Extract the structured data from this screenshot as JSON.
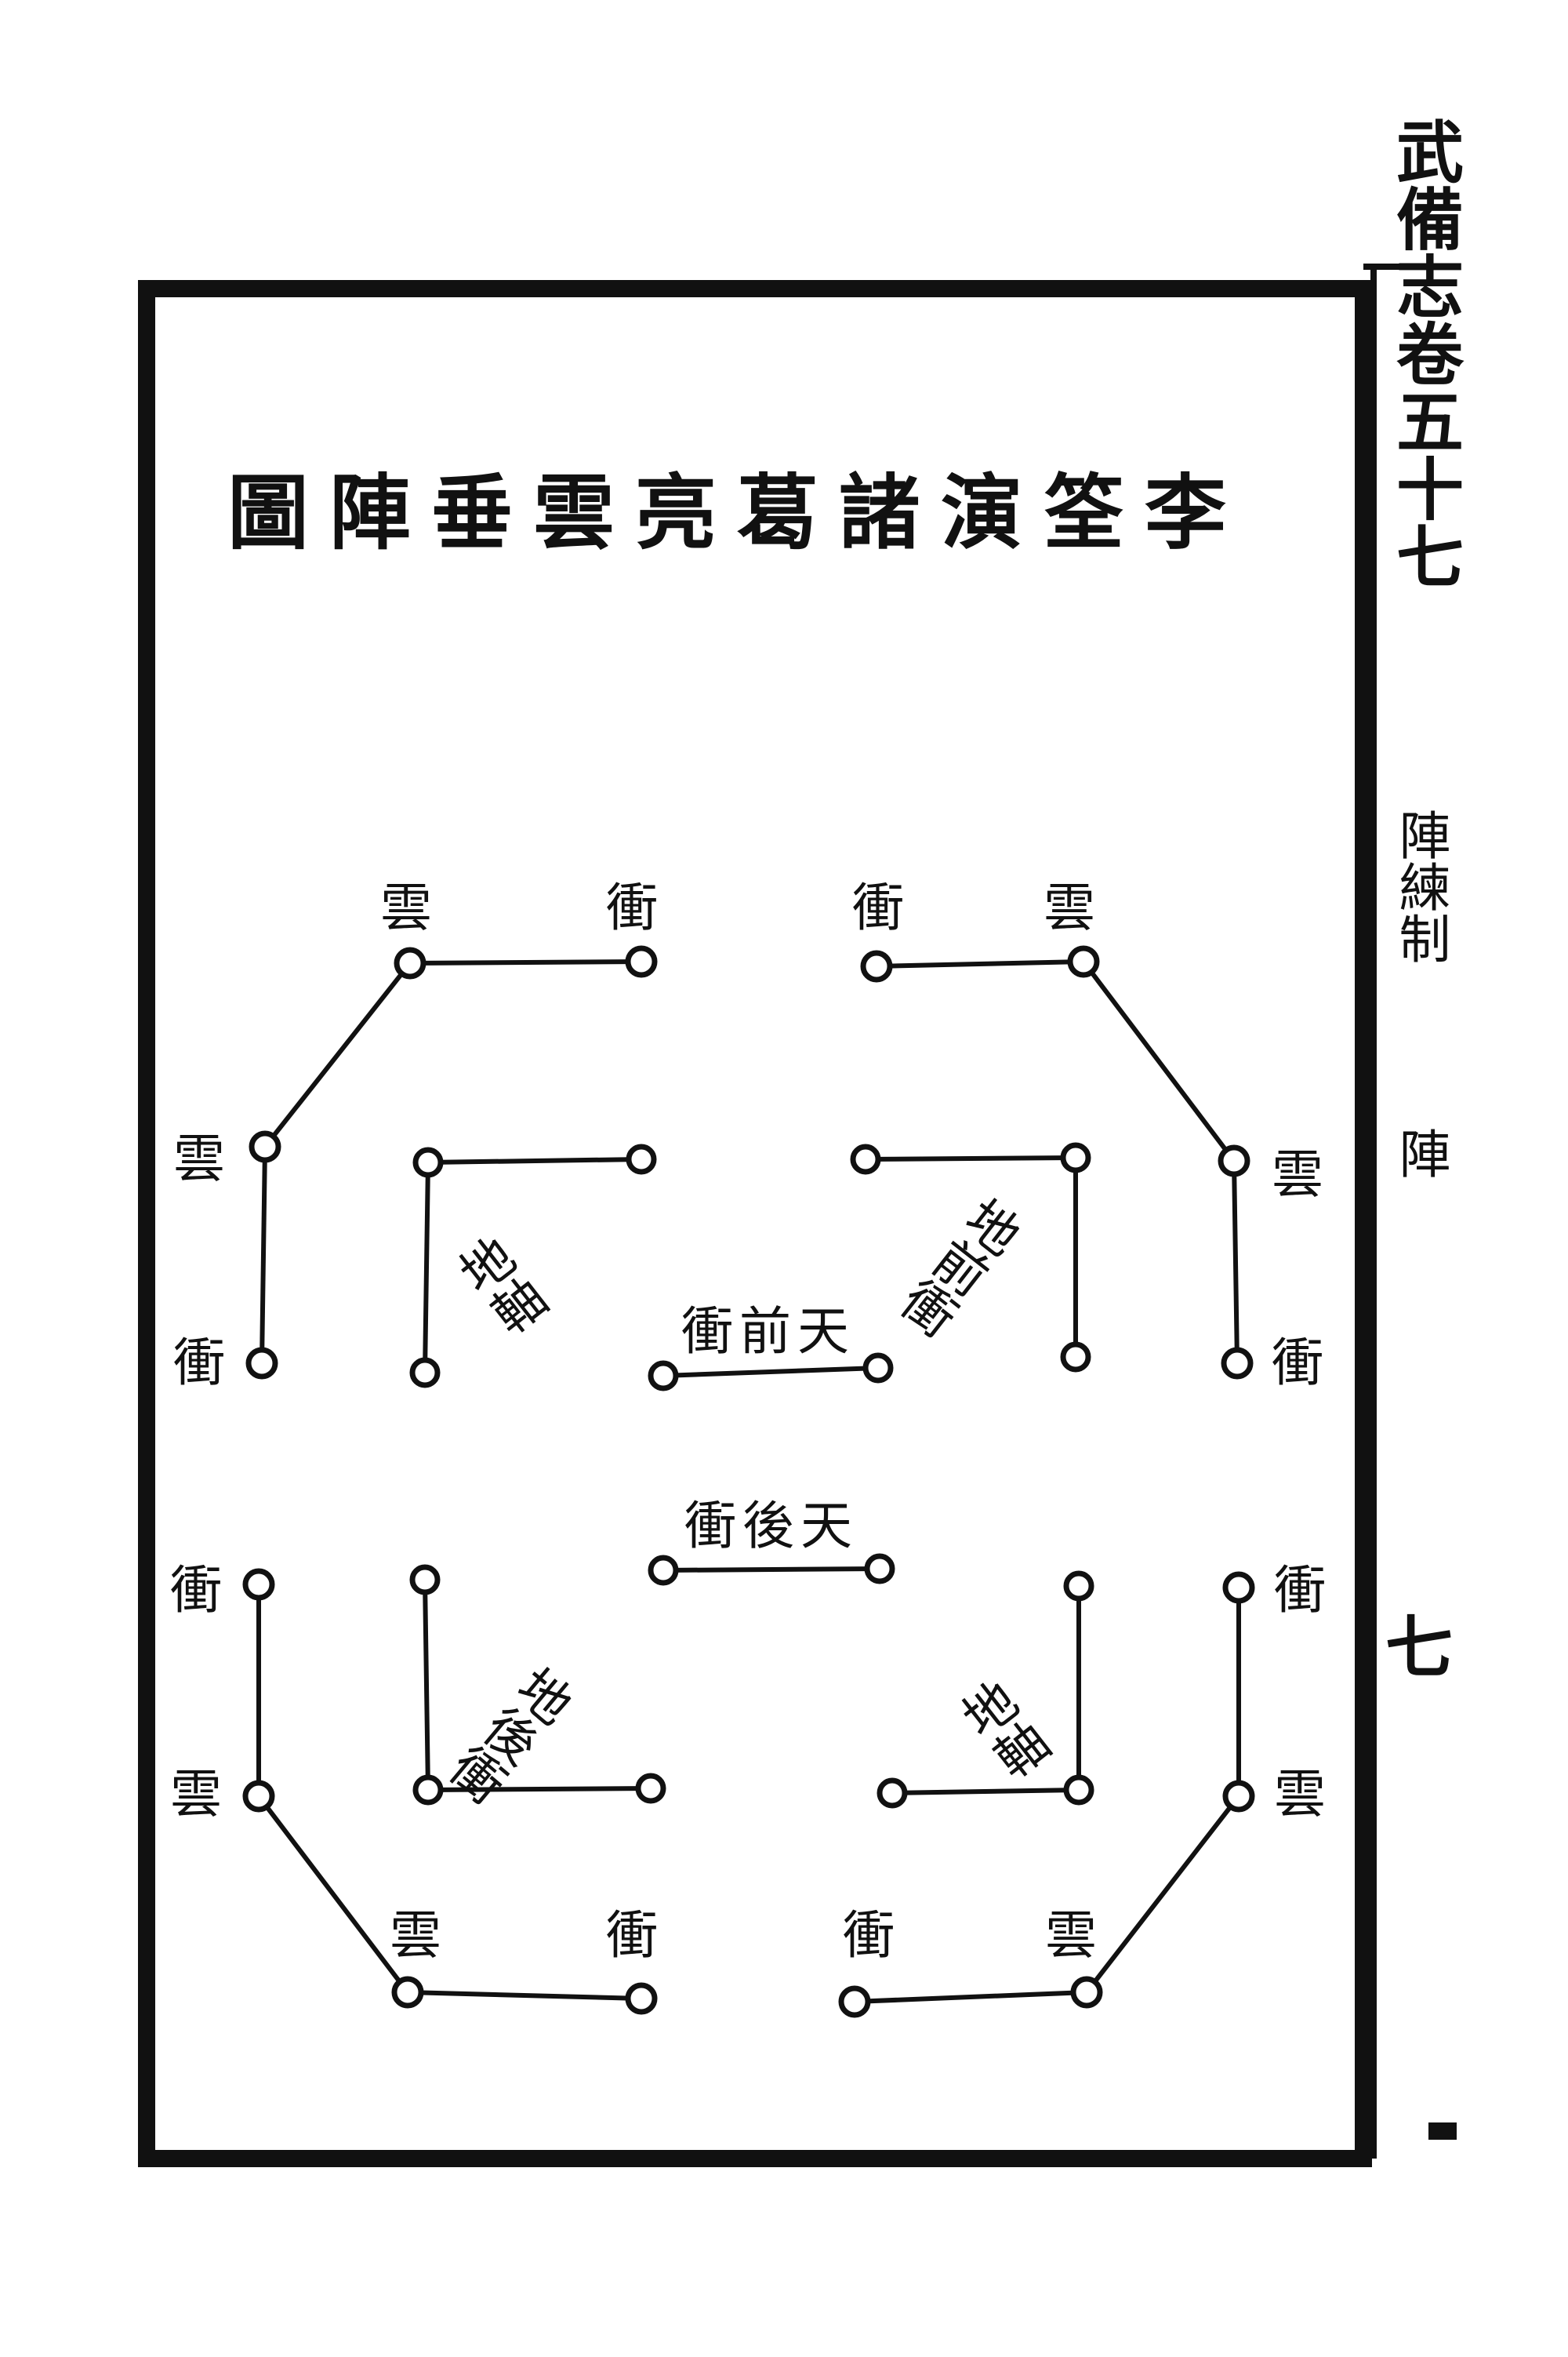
{
  "side_margin": {
    "chapter_title": "武備志卷五十七",
    "section_title": "陣練制",
    "section_sub": "陣",
    "folio": "七"
  },
  "diagram": {
    "title": "李筌演諸葛亮雲垂陣圖",
    "groups": {
      "top_left": {
        "h_label_a": "雲",
        "h_label_b": "衝",
        "v_label_a": "雲",
        "v_label_b": "衝"
      },
      "top_right": {
        "h_label_a": "衝",
        "h_label_b": "雲",
        "v_label_a": "雲",
        "v_label_b": "衝"
      },
      "bottom_left": {
        "v_label_a": "衝",
        "v_label_b": "雲",
        "h_label_a": "雲",
        "h_label_b": "衝"
      },
      "bottom_right": {
        "v_label_a": "衝",
        "v_label_b": "雲",
        "h_label_a": "衝",
        "h_label_b": "雲"
      }
    },
    "inner": {
      "upper_left_axis": "地軸",
      "upper_right_axis": "地前衝",
      "lower_left_axis": "地後衝",
      "lower_right_axis": "地軸",
      "front": "天前衝",
      "rear": "天後衝"
    }
  }
}
